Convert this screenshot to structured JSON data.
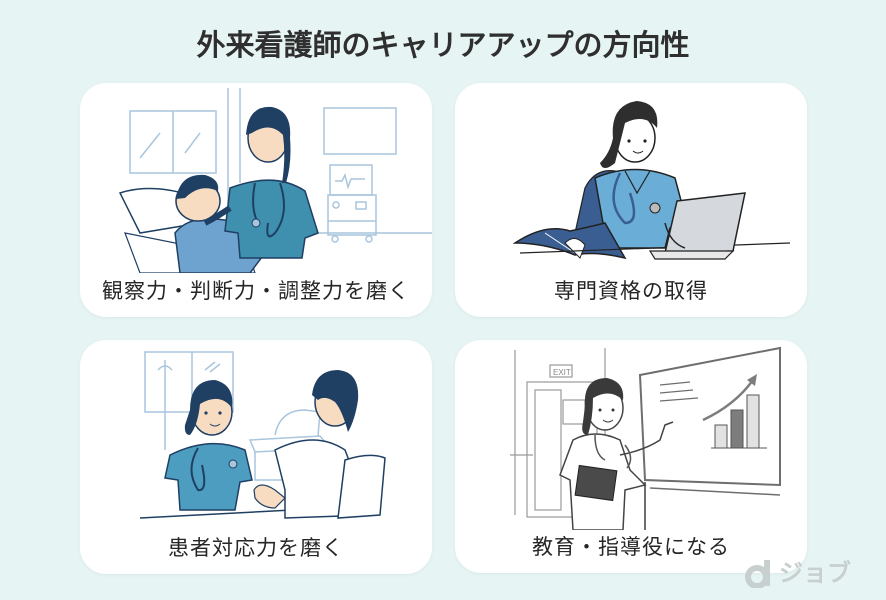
{
  "header": {
    "title": "外来看護師のキャリアアップの方向性"
  },
  "cards": [
    {
      "label": "観察力・判断力・調整力を磨く",
      "illustration": "nurse-attending-patient-in-bed",
      "palette": {
        "scrubs": "#3f8fae",
        "hair": "#1f3f63",
        "skin": "#f8dcc2",
        "lineart": "#a9c5dd",
        "patient_shirt": "#6fa3cf"
      }
    },
    {
      "label": "専門資格の取得",
      "illustration": "nurse-studying-with-book-and-laptop",
      "palette": {
        "scrubs": "#6aaed8",
        "hair": "#2e2e2e",
        "book": "#3a5e92",
        "laptop": "#d5d8dc"
      }
    },
    {
      "label": "患者対応力を磨く",
      "illustration": "nurse-talking-with-patient",
      "palette": {
        "scrubs": "#4c9dc0",
        "hair": "#1f3f63",
        "skin": "#f8dcc2",
        "lineart": "#a9c5dd"
      }
    },
    {
      "label": "教育・指導役になる",
      "illustration": "nurse-presenting-chart-on-whiteboard",
      "sign_text": "EXIT",
      "palette": {
        "lineart": "#7a7a7a",
        "bar_light": "#e2e2e2",
        "bar_dark": "#7d7d7d"
      }
    }
  ],
  "logo": {
    "mark": "d",
    "text": "ジョブ",
    "color": "#c8cfcf"
  },
  "colors": {
    "background": "#e7f4f4",
    "card": "#ffffff",
    "title_text": "#2f2f2f",
    "label_text": "#262626"
  }
}
